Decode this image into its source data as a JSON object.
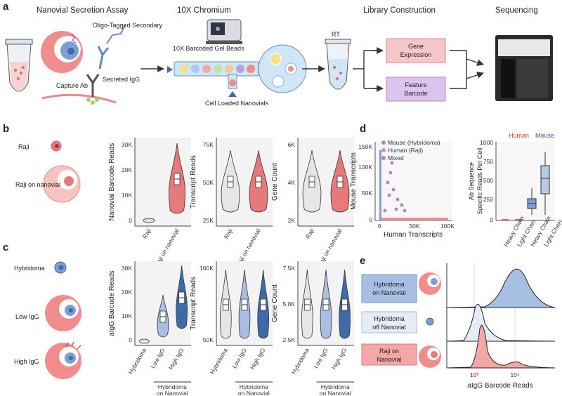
{
  "colors": {
    "red": "#e8797a",
    "red_light": "#f6c4c0",
    "blue": "#7c9fd3",
    "blue_dark": "#3d6aa8",
    "blue_light": "#b8cbe6",
    "grey": "#e6e6e6",
    "purple": "#b57fd3",
    "pink_box": "#f7c6c6",
    "purple_box": "#dcc4ee"
  },
  "panel_a": {
    "label": "a",
    "titles": [
      "Nanovial Secretion Assay",
      "10X Chromium",
      "Library Construction",
      "Sequencing"
    ],
    "labels": {
      "oligo": "Oligo-Tagged Secondary",
      "capture": "Capture Ab",
      "secreted": "Secreted IgG",
      "beads": "10X Barcoded Gel Beads",
      "cells": "Cell Loaded Nanovials",
      "rt": "RT",
      "gene": "Gene Expression",
      "feature": "Feature Barcode"
    }
  },
  "panel_b": {
    "label": "b",
    "row_labels": [
      "Raji",
      "Raji on nanovial"
    ],
    "plots": [
      {
        "ylabel": "Nanovial Barcode Reads",
        "ticks": [
          "30K",
          "20K",
          "10K",
          "0"
        ],
        "xt": [
          "Raji",
          "Raji on nanovial"
        ]
      },
      {
        "ylabel": "Transcript Reads",
        "ticks": [
          "75K",
          "50K",
          "25K"
        ],
        "xt": [
          "Raji",
          "Raji on nanovial"
        ]
      },
      {
        "ylabel": "Gene Count",
        "ticks": [
          "6K",
          "4K",
          "2K"
        ],
        "xt": [
          "Raji",
          "Raji on nanovial"
        ]
      }
    ]
  },
  "panel_c": {
    "label": "c",
    "row_labels": [
      "Hybridoma",
      "Low IgG",
      "High IgG"
    ],
    "group_label": "Hybridoma on Nanovial",
    "plots": [
      {
        "ylabel": "aIgG Barcode Reads",
        "ticks": [
          "30K",
          "20K",
          "10K",
          "0"
        ],
        "xt": [
          "Hybridoma",
          "Low IgG",
          "High IgG"
        ]
      },
      {
        "ylabel": "Transcript Reads",
        "ticks": [
          "100K",
          "50K"
        ],
        "xt": [
          "Hybridoma",
          "Low IgG",
          "High IgG"
        ]
      },
      {
        "ylabel": "Gene Count",
        "ticks": [
          "7.5K",
          "5.0K",
          "2.5K"
        ],
        "xt": [
          "Hybridoma",
          "Low IgG",
          "High IgG"
        ]
      }
    ]
  },
  "panel_d": {
    "label": "d",
    "scatter": {
      "ylabel": "Mouse Transcripts",
      "xlabel": "Human Transcripts",
      "yticks": [
        "150K",
        "100K",
        "50K",
        "0"
      ],
      "xticks": [
        "0",
        "50K",
        "100K"
      ],
      "legend": [
        "Mouse (Hybridoma)",
        "Human (Raji)",
        "Mixed"
      ]
    },
    "box": {
      "ylabel": "Ab Sequence Specific Reads Per Cell",
      "groups": [
        "Human",
        "Mouse"
      ],
      "yticks": [
        "1000",
        "750",
        "500",
        "250",
        "0"
      ],
      "xt": [
        "Heavy Chain",
        "Light Chain",
        "Heavy Chain",
        "Light Chain"
      ]
    }
  },
  "panel_e": {
    "label": "e",
    "rows": [
      "Hybridoma on Nanovial",
      "Hybridoma off Nanovial",
      "Raji on Nanovial"
    ],
    "xticks": [
      "10³",
      "10⁴"
    ],
    "xlabel": "aIgG Barcode Reads"
  }
}
